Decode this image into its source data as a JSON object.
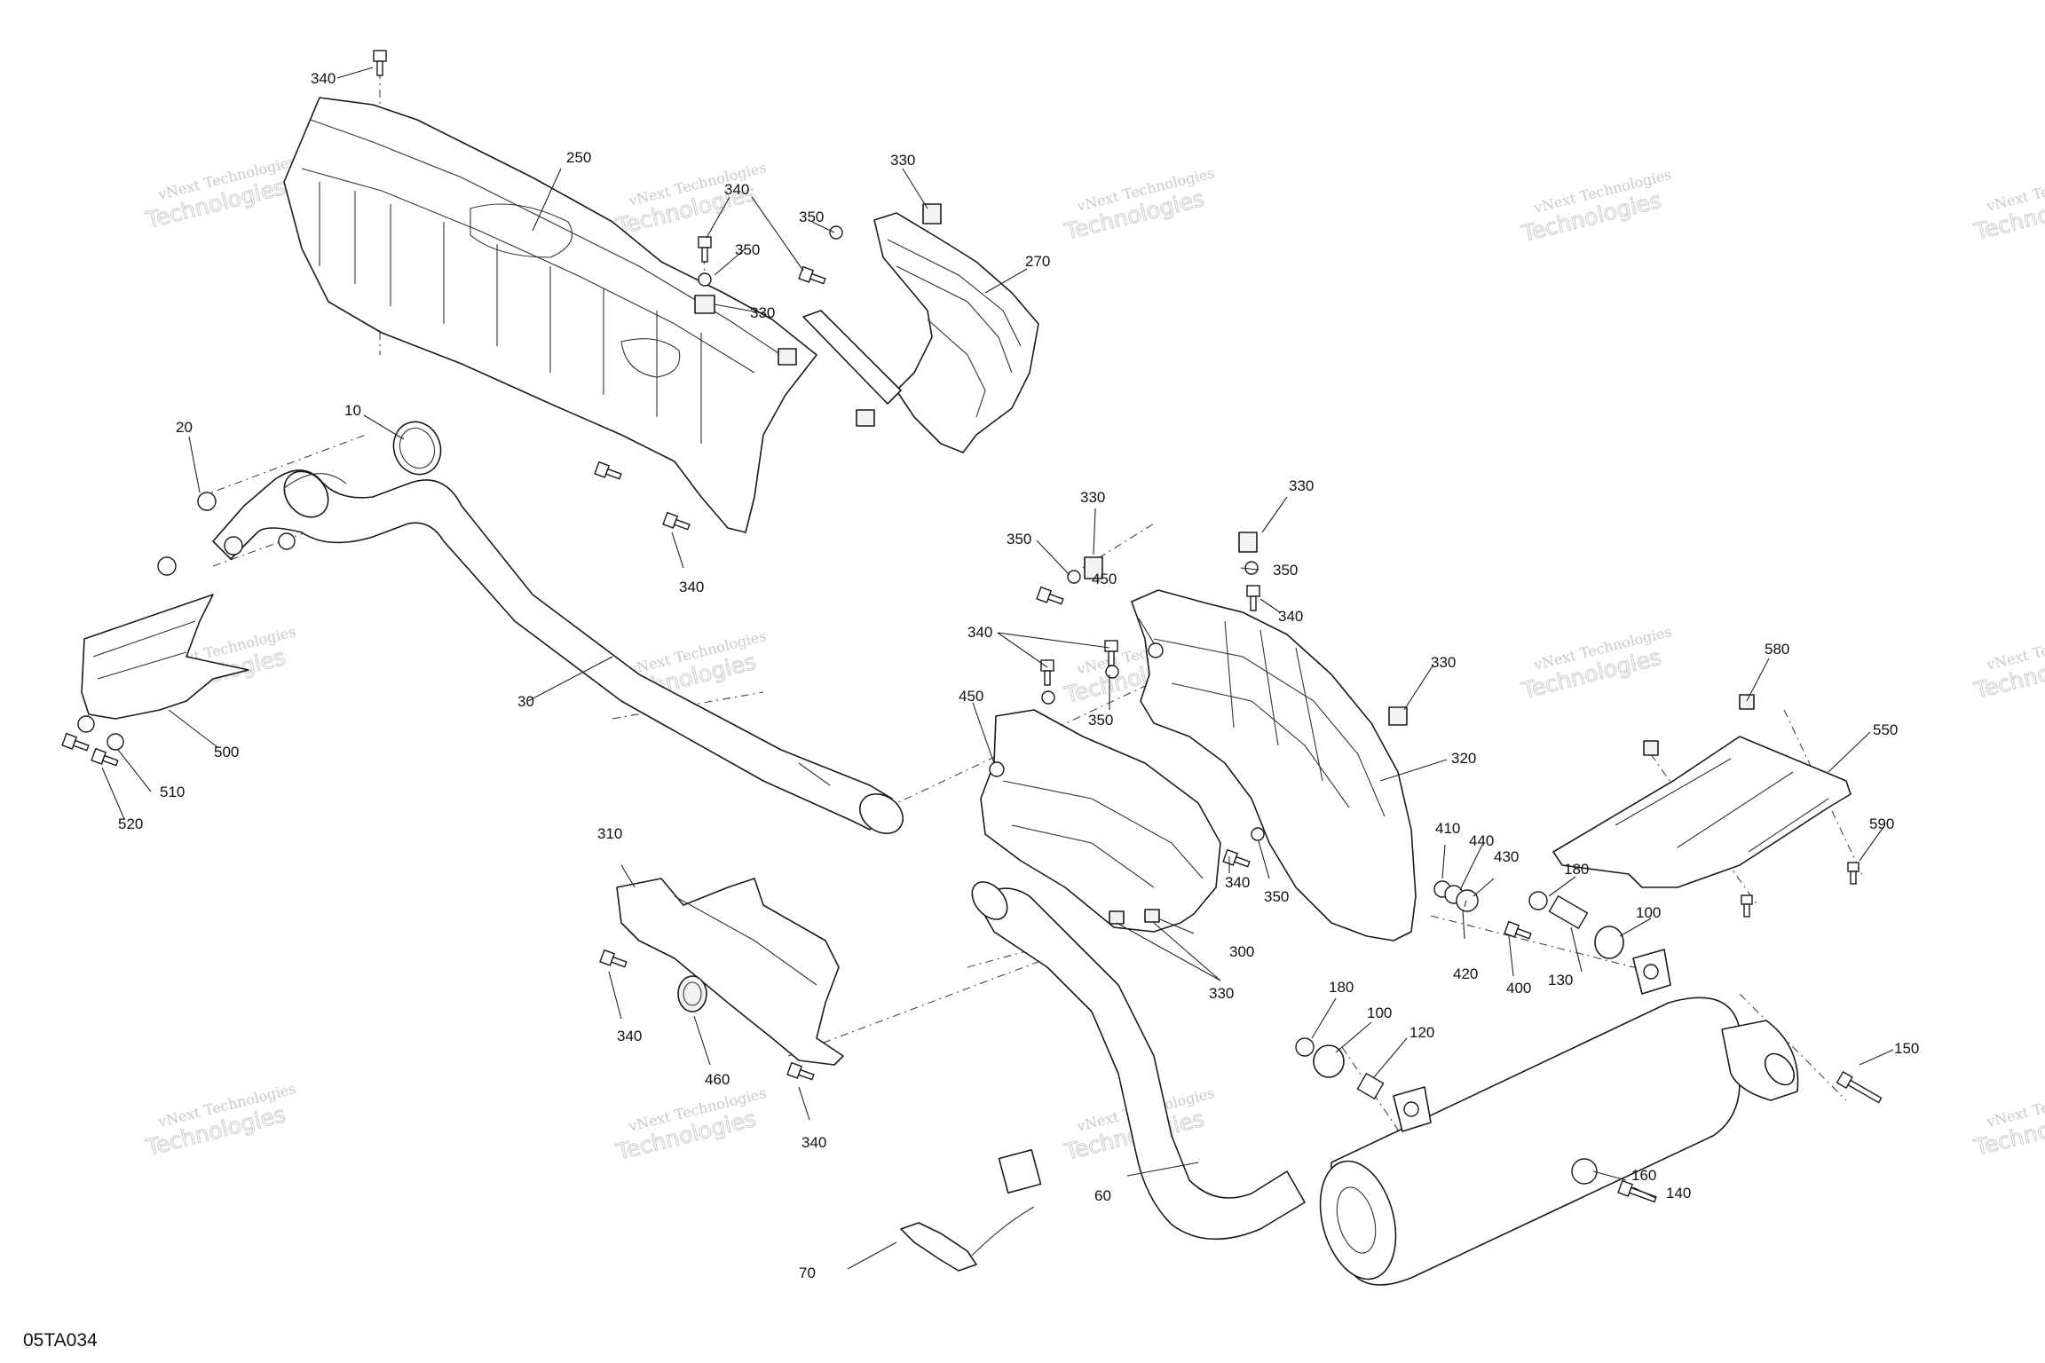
{
  "drawing_code": "05TA034",
  "watermark": {
    "line1": "vNext Technologies",
    "line2": "Technologies"
  },
  "callouts": {
    "c10": "10",
    "c20": "20",
    "c30": "30",
    "c60": "60",
    "c70": "70",
    "c100a": "100",
    "c100b": "100",
    "c120": "120",
    "c130": "130",
    "c140": "140",
    "c150": "150",
    "c160": "160",
    "c180a": "180",
    "c180b": "180",
    "c250": "250",
    "c270": "270",
    "c300": "300",
    "c310": "310",
    "c320": "320",
    "c330a": "330",
    "c330b": "330",
    "c330c": "330",
    "c330d": "330",
    "c330e": "330",
    "c330f": "330",
    "c340a": "340",
    "c340b": "340",
    "c340c": "340",
    "c340d": "340",
    "c340e": "340",
    "c340f": "340",
    "c340g": "340",
    "c340h": "340",
    "c350a": "350",
    "c350b": "350",
    "c350c": "350",
    "c350d": "350",
    "c350e": "350",
    "c350f": "350",
    "c400": "400",
    "c410": "410",
    "c420": "420",
    "c430": "430",
    "c440": "440",
    "c450a": "450",
    "c450b": "450",
    "c460": "460",
    "c500": "500",
    "c510": "510",
    "c520": "520",
    "c550": "550",
    "c580": "580",
    "c590": "590"
  }
}
